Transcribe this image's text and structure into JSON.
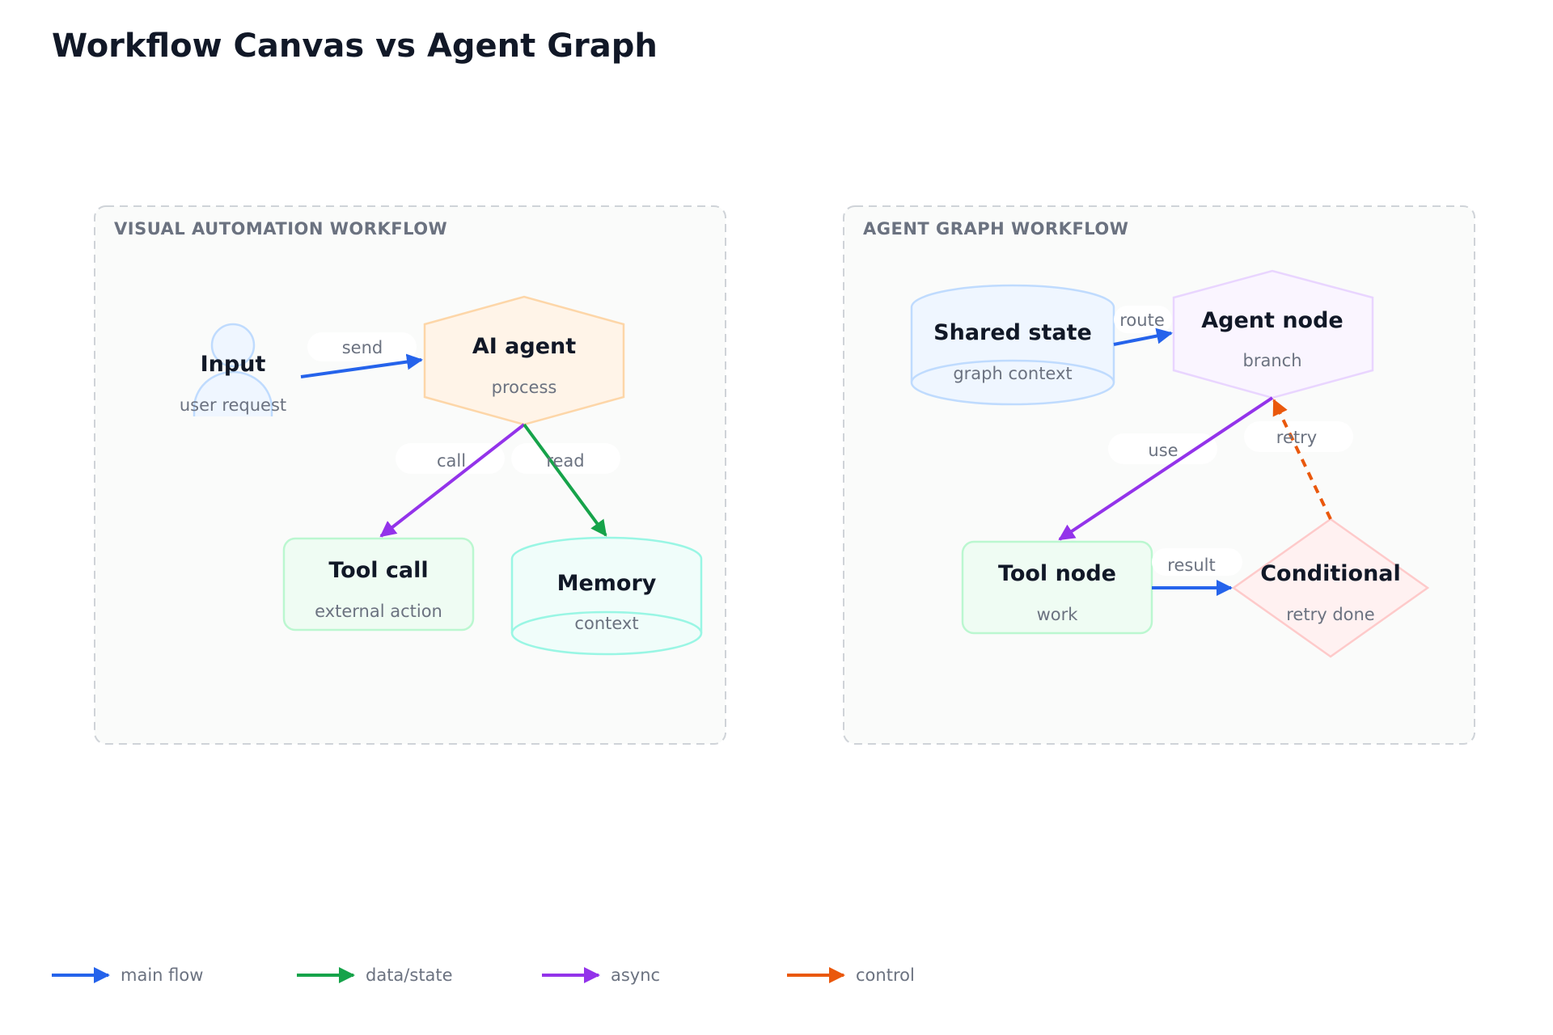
{
  "title": "Workflow Canvas vs Agent Graph",
  "colors": {
    "main_flow": "#2563eb",
    "data_state": "#16a34a",
    "async": "#9333ea",
    "control": "#ea580c"
  },
  "panels": {
    "left": {
      "label": "VISUAL AUTOMATION WORKFLOW",
      "nodes": {
        "input": {
          "title": "Input",
          "subtitle": "user request",
          "shape": "person-icon"
        },
        "ai_agent": {
          "title": "AI agent",
          "subtitle": "process",
          "shape": "hexagon"
        },
        "tool_call": {
          "title": "Tool call",
          "subtitle": "external action",
          "shape": "rounded-rectangle"
        },
        "memory": {
          "title": "Memory",
          "subtitle": "context",
          "shape": "cylinder"
        }
      },
      "edges": {
        "send": "send",
        "call": "call",
        "read": "read"
      }
    },
    "right": {
      "label": "AGENT GRAPH WORKFLOW",
      "nodes": {
        "shared_state": {
          "title": "Shared state",
          "subtitle": "graph context",
          "shape": "cylinder"
        },
        "agent_node": {
          "title": "Agent node",
          "subtitle": "branch",
          "shape": "hexagon"
        },
        "tool_node": {
          "title": "Tool node",
          "subtitle": "work",
          "shape": "rounded-rectangle"
        },
        "conditional": {
          "title": "Conditional",
          "subtitle": "retry done",
          "shape": "diamond"
        }
      },
      "edges": {
        "route": "route",
        "use": "use",
        "retry": "retry",
        "result": "result"
      }
    }
  },
  "legend": [
    {
      "label": "main flow",
      "color": "#2563eb"
    },
    {
      "label": "data/state",
      "color": "#16a34a"
    },
    {
      "label": "async",
      "color": "#9333ea"
    },
    {
      "label": "control",
      "color": "#ea580c"
    }
  ]
}
